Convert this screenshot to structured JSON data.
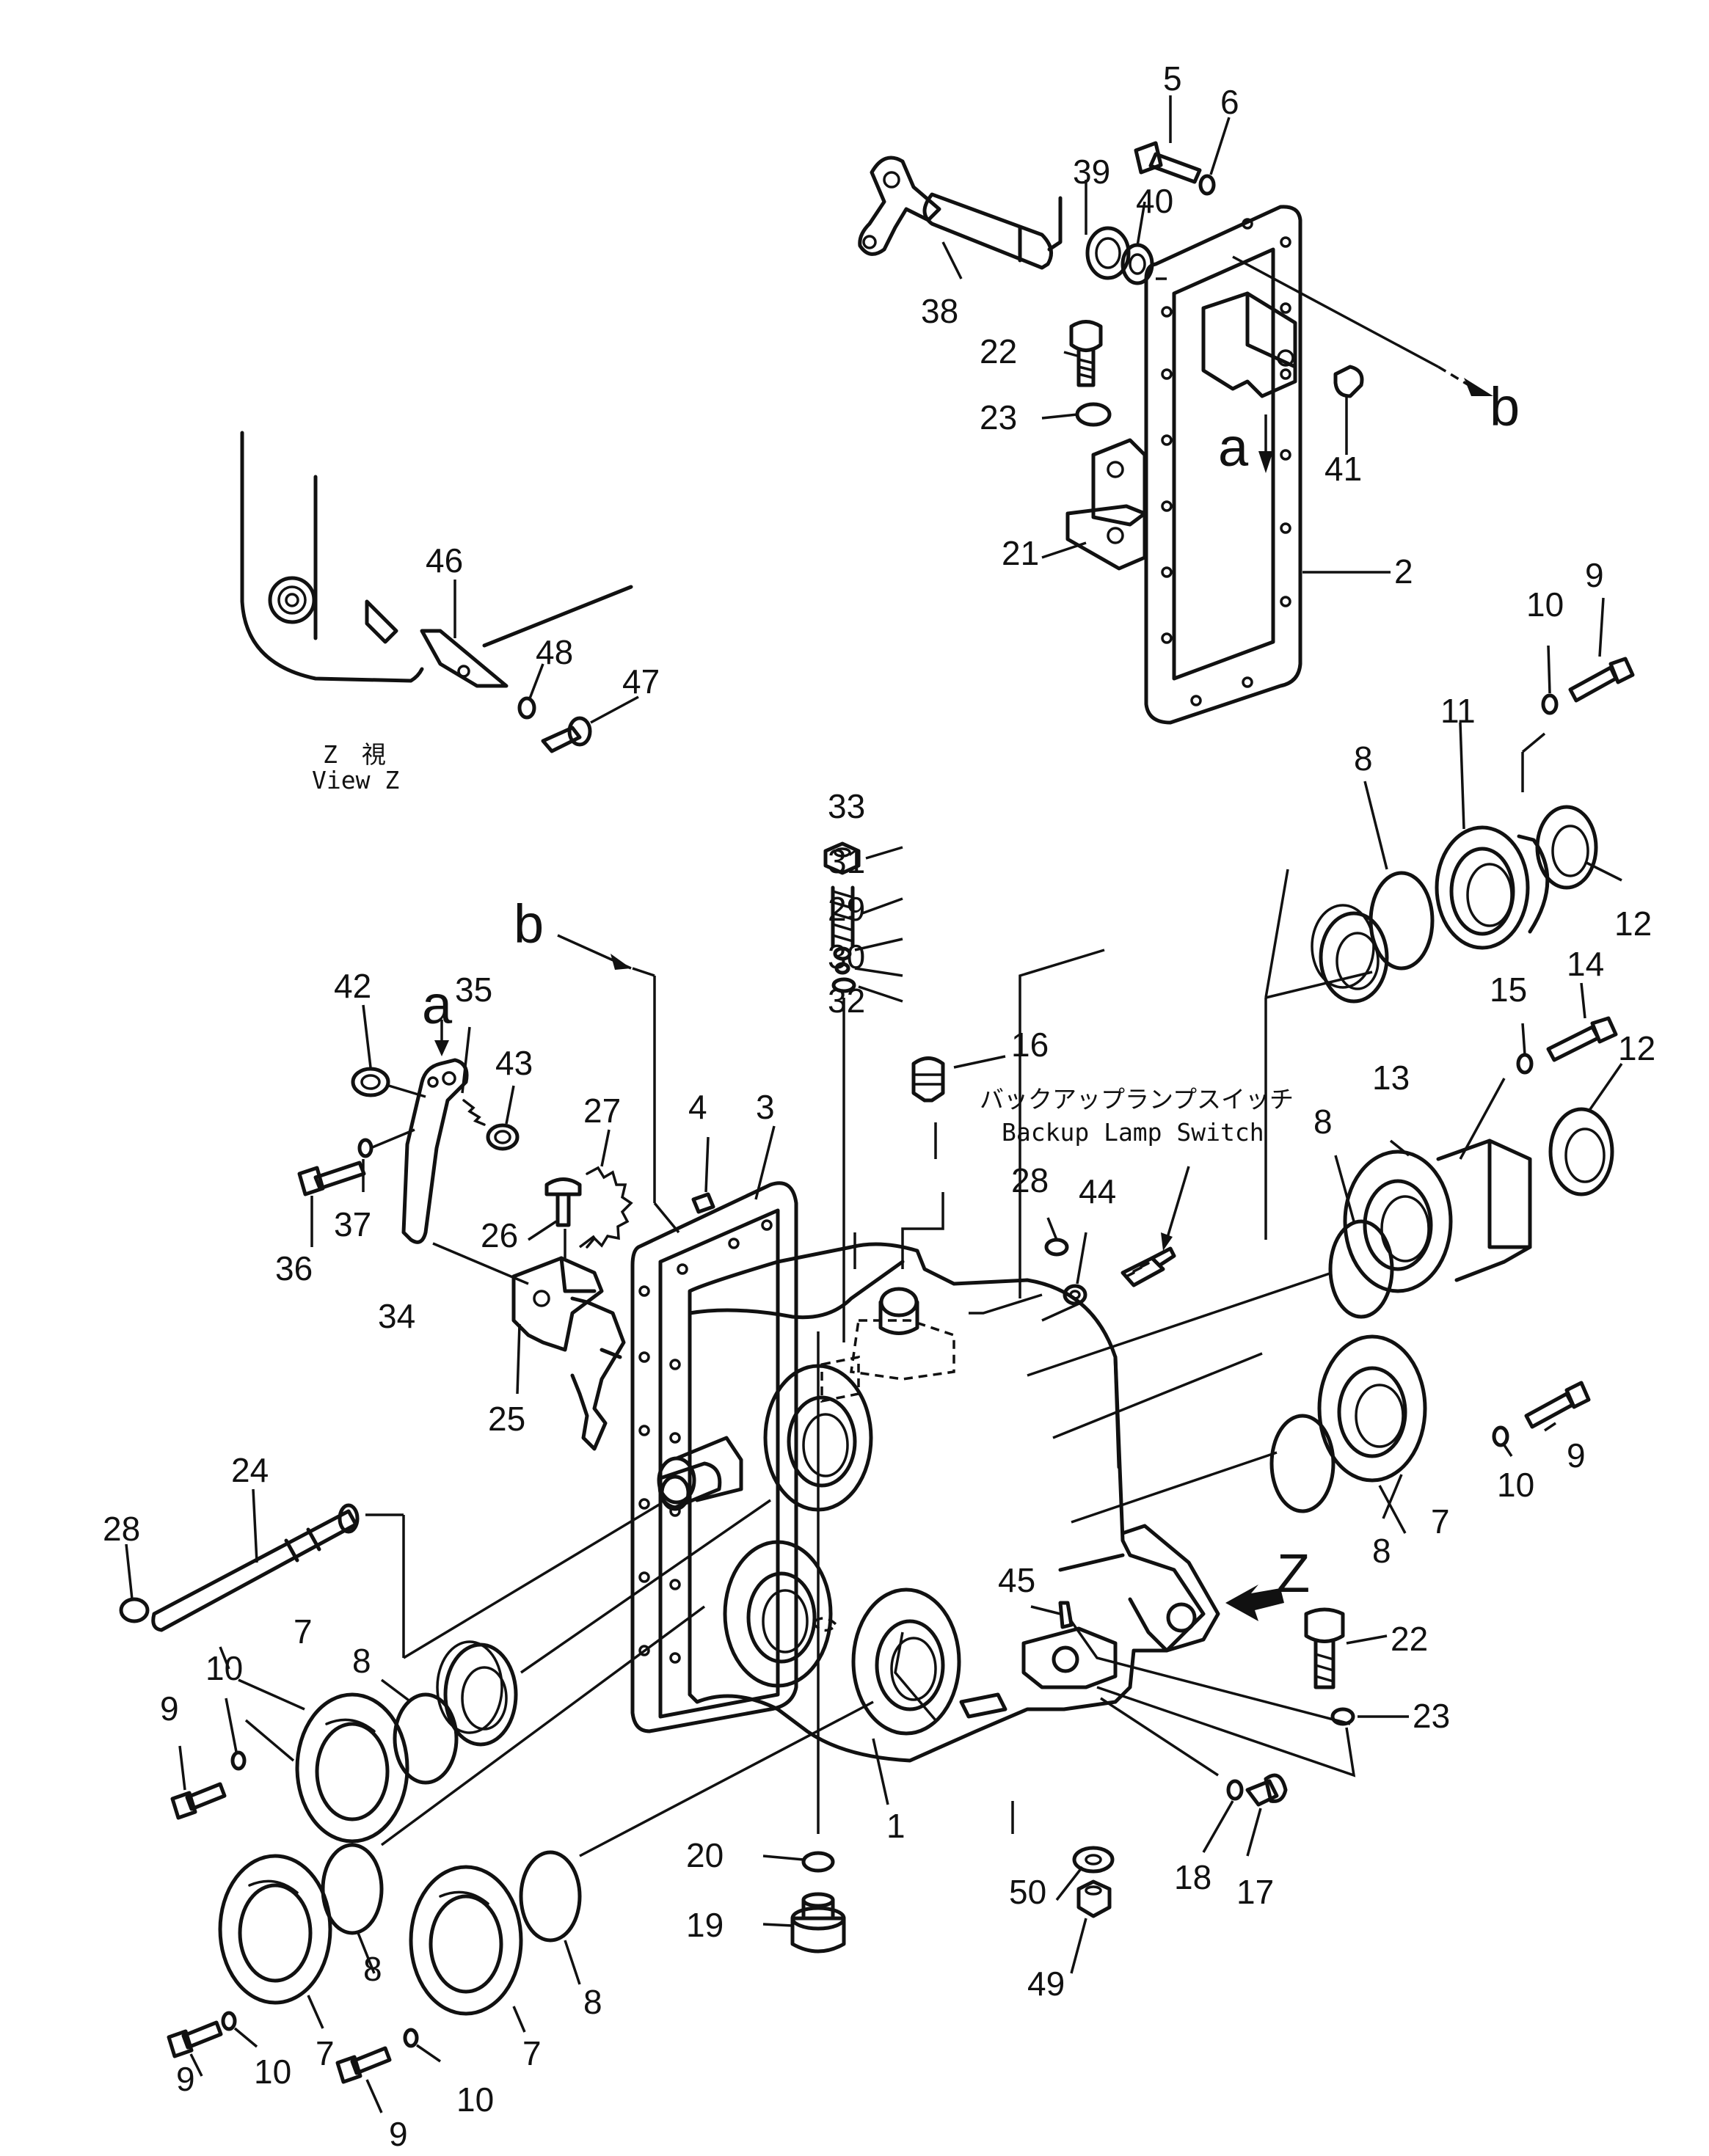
{
  "labels": {
    "n1": "1",
    "n2": "2",
    "n3": "3",
    "n4": "4",
    "n5": "5",
    "n6": "6",
    "n7a": "7",
    "n7b": "7",
    "n7c": "7",
    "n7d": "7",
    "n8a": "8",
    "n8b": "8",
    "n8c": "8",
    "n8d": "8",
    "n8e": "8",
    "n8f": "8",
    "n9a": "9",
    "n9b": "9",
    "n9c": "9",
    "n9d": "9",
    "n9e": "9",
    "n10a": "10",
    "n10b": "10",
    "n10c": "10",
    "n10d": "10",
    "n10e": "10",
    "n11": "11",
    "n12a": "12",
    "n12b": "12",
    "n13": "13",
    "n14": "14",
    "n15": "15",
    "n16": "16",
    "n17": "17",
    "n18": "18",
    "n19": "19",
    "n20": "20",
    "n21": "21",
    "n22a": "22",
    "n22b": "22",
    "n23a": "23",
    "n23b": "23",
    "n24": "24",
    "n25": "25",
    "n26": "26",
    "n27": "27",
    "n28a": "28",
    "n28b": "28",
    "n29": "29",
    "n30": "30",
    "n31": "31",
    "n32": "32",
    "n33": "33",
    "n34": "34",
    "n35": "35",
    "n36": "36",
    "n37": "37",
    "n38": "38",
    "n39": "39",
    "n40": "40",
    "n41": "41",
    "n42": "42",
    "n43": "43",
    "n44": "44",
    "n45": "45",
    "n46": "46",
    "n47": "47",
    "n48": "48",
    "n49": "49",
    "n50": "50",
    "ref_a_top": "a",
    "ref_a_lever": "a",
    "ref_b_right": "b",
    "ref_b_left": "b",
    "ref_z": "Z"
  },
  "notes": {
    "backup_switch_jp": "バックアップランプスイッチ",
    "backup_switch_en": "Backup Lamp Switch",
    "view_z_jp": "Z　視",
    "view_z_en": "View Z"
  }
}
